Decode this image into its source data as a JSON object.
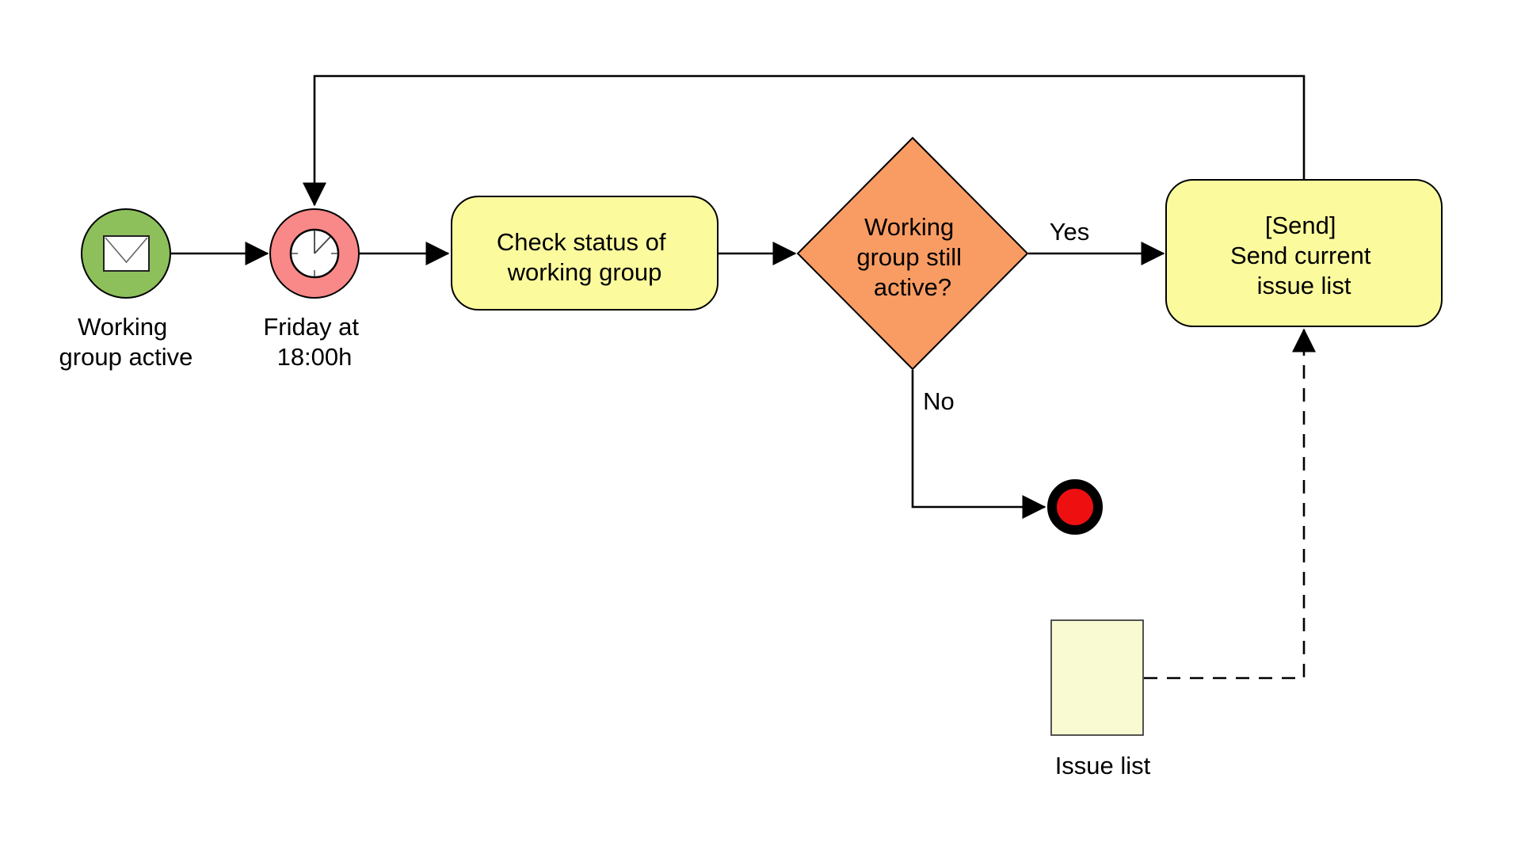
{
  "diagram": {
    "background": "#ffffff",
    "colors": {
      "start_fill": "#8dc05a",
      "timer_fill": "#f98888",
      "task_fill": "#fbfb9e",
      "gateway_fill": "#f99c63",
      "end_fill": "#ee1010",
      "data_object_fill": "#fafad2",
      "line": "#000000"
    },
    "nodes": {
      "start_event": {
        "type": "message-start-event",
        "icon": "envelope",
        "label": [
          "Working",
          "group active"
        ]
      },
      "timer_event": {
        "type": "intermediate-timer-event",
        "icon": "clock",
        "label": [
          "Friday at",
          "18:00h"
        ]
      },
      "check_task": {
        "type": "task",
        "label": [
          "Check status of",
          "working group"
        ]
      },
      "gateway": {
        "type": "exclusive-gateway",
        "label": [
          "Working",
          "group still",
          "active?"
        ]
      },
      "send_task": {
        "type": "send-task",
        "label": [
          "[Send]",
          "Send current",
          "issue list"
        ]
      },
      "end_event": {
        "type": "end-event"
      },
      "issue_list": {
        "type": "data-object",
        "label": "Issue list"
      }
    },
    "edge_labels": {
      "yes": "Yes",
      "no": "No"
    }
  }
}
